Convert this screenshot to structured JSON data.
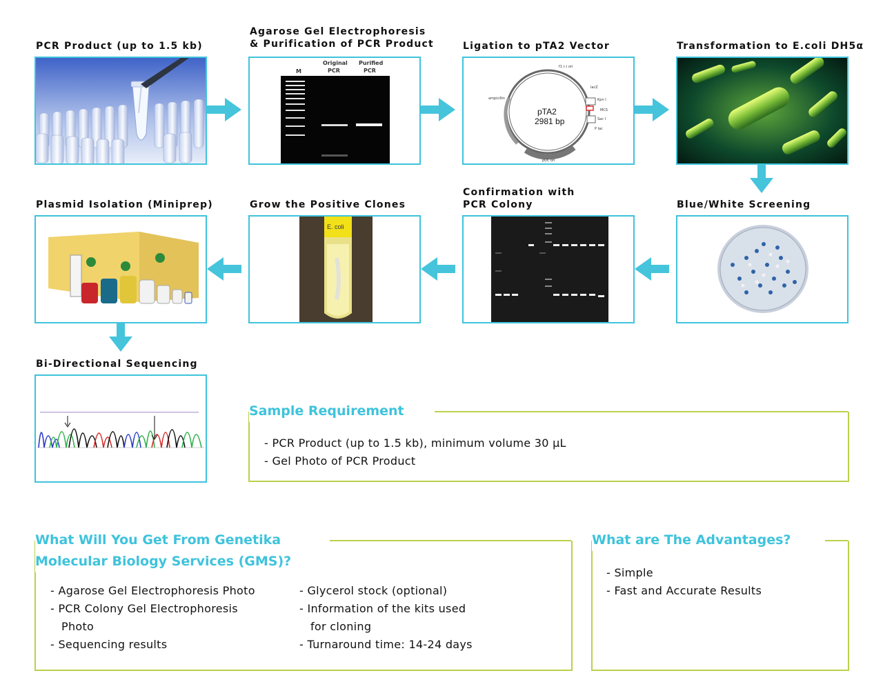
{
  "steps": [
    {
      "label": "PCR Product (up to 1.5 kb)"
    },
    {
      "label_line1": "Agarose Gel Electrophoresis",
      "label_line2": "& Purification of PCR Product"
    },
    {
      "label": "Ligation to pTA2 Vector"
    },
    {
      "label": "Transformation to E.coli DH5α"
    },
    {
      "label": "Blue/White Screening"
    },
    {
      "label_line1": "Confirmation with",
      "label_line2": "PCR Colony"
    },
    {
      "label": "Grow the Positive Clones"
    },
    {
      "label": "Plasmid Isolation (Miniprep)"
    },
    {
      "label": "Bi-Directional Sequencing"
    }
  ],
  "gel_image": {
    "lane_m": "M",
    "lane_original": [
      "Original",
      "PCR"
    ],
    "lane_purified": [
      "Purified",
      "PCR"
    ]
  },
  "vector_map": {
    "name": "pTA2",
    "size": "2981 bp",
    "features": [
      "f1 (-) ori",
      "lacZ",
      "Kpn I",
      "MCS",
      "Sac I",
      "P lac",
      "pUC ori",
      "ampicillin"
    ]
  },
  "tube_label": "E. coli",
  "sample_requirement": {
    "title": "Sample Requirement",
    "items": [
      "- PCR Product (up to 1.5 kb), minimum volume 30 µL",
      "- Gel Photo of PCR Product"
    ]
  },
  "deliverables": {
    "title_line1": "What Will You Get From Genetika",
    "title_line2": "Molecular Biology Services (GMS)?",
    "col1": [
      "- Agarose Gel Electrophoresis Photo",
      "- PCR Colony Gel Electrophoresis",
      "Photo",
      "- Sequencing results"
    ],
    "col2": [
      "- Glycerol stock (optional)",
      "- Information of the kits used",
      "for cloning",
      "- Turnaround time: 14-24 days"
    ]
  },
  "advantages": {
    "title": "What are The Advantages?",
    "items": [
      "- Simple",
      "- Fast and Accurate Results"
    ]
  },
  "colors": {
    "accent": "#3ec3dc",
    "frame_green": "#bad04a",
    "arrow": "#45c4dc"
  }
}
